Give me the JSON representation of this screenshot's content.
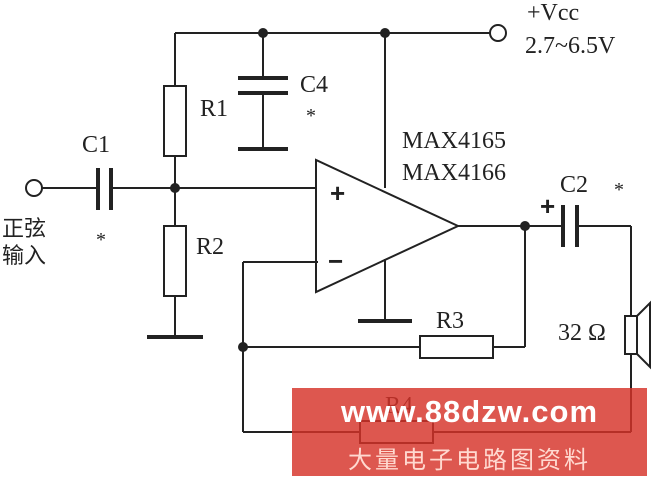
{
  "circuit": {
    "supply": {
      "symbol": "+Vcc",
      "range": "2.7~6.5V"
    },
    "chip_names": [
      "MAX4165",
      "MAX4166"
    ],
    "input_label": [
      "正弦",
      "输入"
    ],
    "opamp_pins": {
      "noninverting": "+",
      "inverting": "−"
    },
    "components": {
      "c1": "C1",
      "c2": "C2",
      "c4": "C4",
      "r1": "R1",
      "r2": "R2",
      "r3": "R3",
      "r4": "R4"
    },
    "speaker_label": "32 Ω",
    "c2_polarity": "+",
    "note_mark": "*"
  },
  "watermark": {
    "url": "www.88dzw.com",
    "subtitle": "大量电子电路图资料"
  }
}
